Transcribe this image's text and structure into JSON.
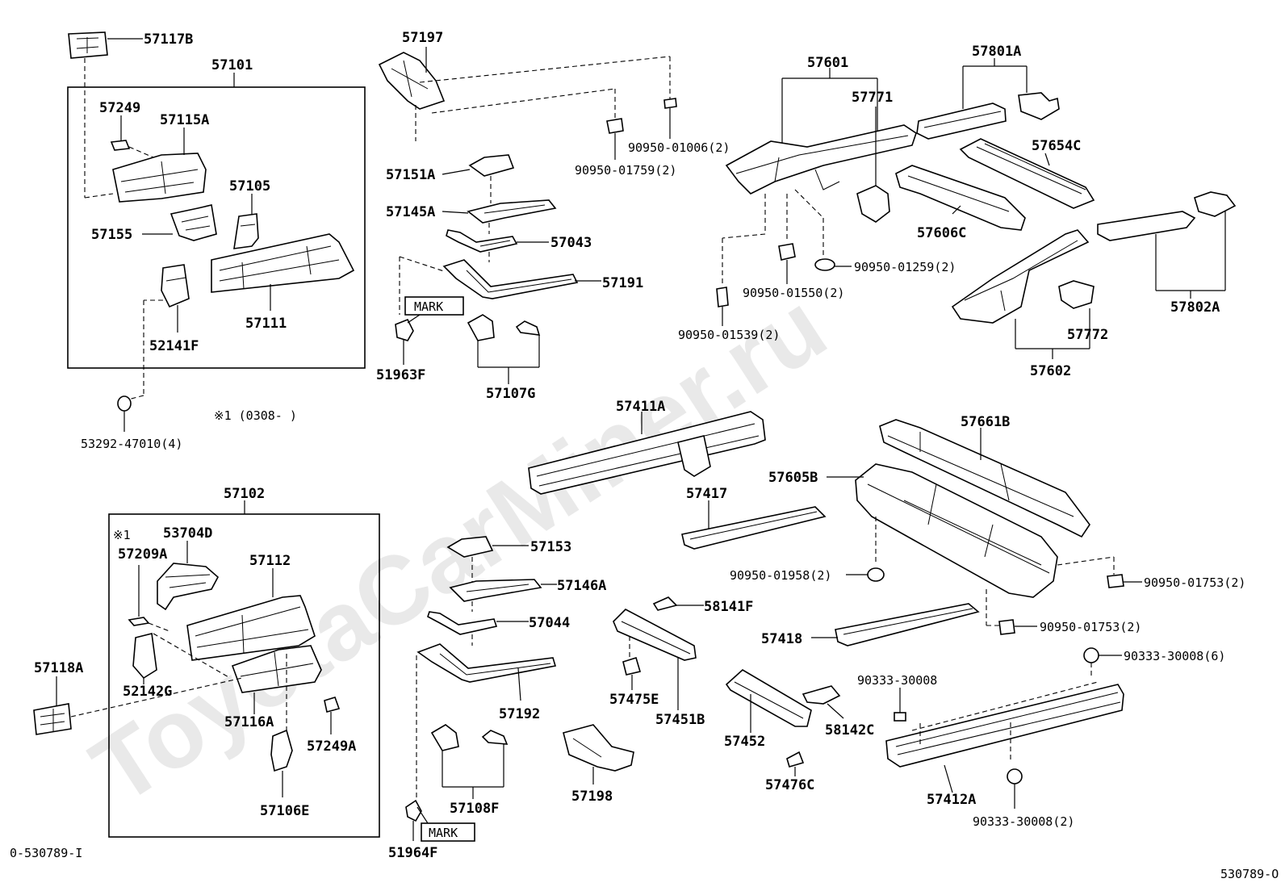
{
  "watermark": "ToyotaCarMiner.ru",
  "footer": {
    "left": "0-530789-I",
    "right": "530789-O"
  },
  "note": "※1 (0308-       )",
  "note_mark": "※1",
  "mark_label": "MARK",
  "parts": {
    "p57117B": "57117B",
    "p57101": "57101",
    "p57249": "57249",
    "p57115A": "57115A",
    "p57105": "57105",
    "p57155": "57155",
    "p57111": "57111",
    "p52141F": "52141F",
    "p53292": "53292-47010(4)",
    "p57197": "57197",
    "p90950_01006": "90950-01006(2)",
    "p90950_01759": "90950-01759(2)",
    "p57151A": "57151A",
    "p57145A": "57145A",
    "p57043": "57043",
    "p57191": "57191",
    "p51963F": "51963F",
    "p57107G": "57107G",
    "p57601": "57601",
    "p57771": "57771",
    "p57801A": "57801A",
    "p57654C": "57654C",
    "p57606C": "57606C",
    "p90950_01259": "90950-01259(2)",
    "p90950_01550": "90950-01550(2)",
    "p90950_01539": "90950-01539(2)",
    "p57802A": "57802A",
    "p57772": "57772",
    "p57602": "57602",
    "p57411A": "57411A",
    "p57661B": "57661B",
    "p57605B": "57605B",
    "p57417": "57417",
    "p90950_01958": "90950-01958(2)",
    "p90950_01753a": "90950-01753(2)",
    "p90950_01753b": "90950-01753(2)",
    "p57418": "57418",
    "p90333_30008a": "90333-30008(6)",
    "p90333_30008b": "90333-30008",
    "p90333_30008c": "90333-30008(2)",
    "p58142C": "58142C",
    "p57412A": "57412A",
    "p57452": "57452",
    "p57476C": "57476C",
    "p57102": "57102",
    "p53704D": "53704D",
    "p57209A": "57209A",
    "p57112": "57112",
    "p57118A": "57118A",
    "p52142G": "52142G",
    "p57116A": "57116A",
    "p57249A": "57249A",
    "p57106E": "57106E",
    "p57153": "57153",
    "p57146A": "57146A",
    "p57044": "57044",
    "p57192": "57192",
    "p57108F": "57108F",
    "p51964F": "51964F",
    "p57198": "57198",
    "p58141F": "58141F",
    "p57475E": "57475E",
    "p57451B": "57451B"
  }
}
